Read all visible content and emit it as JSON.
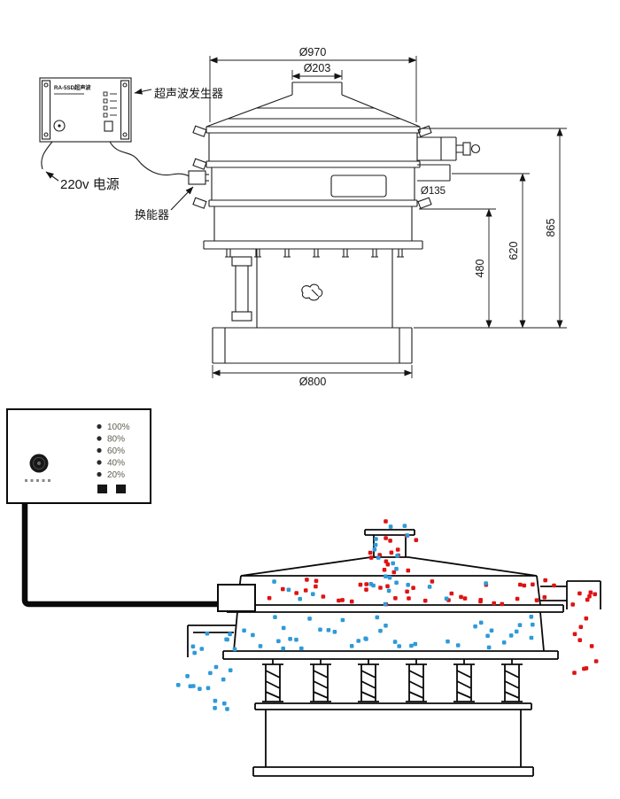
{
  "colors": {
    "line": "#1c1c1c",
    "heavy_line": "#0a0a0a",
    "coarse_particle": "#df1313",
    "fine_particle": "#2e9ad8"
  },
  "generator": {
    "model_label": "RA-5SD超声波"
  },
  "callouts": {
    "generator": "超声波发生器",
    "power": "220v 电源",
    "transducer": "换能器"
  },
  "dimensions": {
    "top_diameter": "Ø970",
    "inlet_diameter": "Ø203",
    "outlet_diameter": "Ø135",
    "height_total": "865",
    "height_mid": "620",
    "height_lower": "480",
    "base_diameter": "Ø800"
  },
  "panel": {
    "levels": [
      "100%",
      "80%",
      "60%",
      "40%",
      "20%"
    ]
  }
}
